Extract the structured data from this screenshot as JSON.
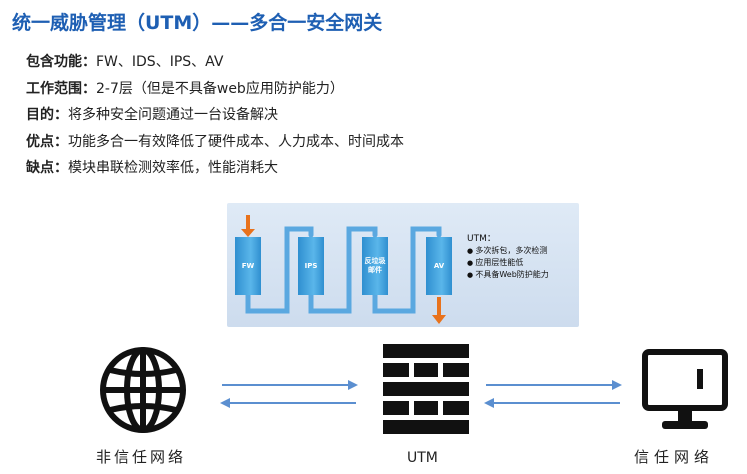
{
  "title": "统一威胁管理（UTM）——多合一安全网关",
  "points": [
    {
      "key": "包含功能：",
      "value": "FW、IDS、IPS、AV"
    },
    {
      "key": "工作范围：",
      "value": "2-7层（但是不具备web应用防护能力）"
    },
    {
      "key": "目的：",
      "value": "将多种安全问题通过一台设备解决"
    },
    {
      "key": "优点：",
      "value": "功能多合一有效降低了硬件成本、人力成本、时间成本"
    },
    {
      "key": "缺点：",
      "value": "模块串联检测效率低，性能消耗大"
    }
  ],
  "pipeline": {
    "stages": [
      "FW",
      "IPS",
      "反垃圾邮件",
      "AV"
    ],
    "note_title": "UTM：",
    "note_items": [
      "多次拆包，多次检测",
      "应用层性能低",
      "不具备Web防护能力"
    ]
  },
  "network": {
    "left_label": "非信任网络",
    "center_label": "UTM",
    "right_label": "信任网络"
  },
  "colors": {
    "title": "#1e5fb3",
    "arrow": "#5b8fd0",
    "flow_arrow": "#e8721c",
    "stage": "#2f8fd0"
  },
  "icons": [
    "globe-icon",
    "firewall-icon",
    "monitor-icon"
  ]
}
